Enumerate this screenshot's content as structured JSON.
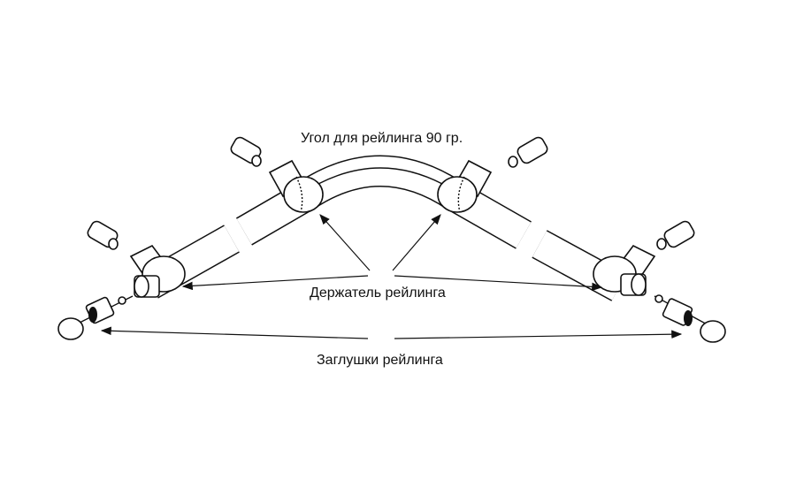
{
  "labels": {
    "corner": "Угол для рейлинга 90 гр.",
    "holder": "Держатель рейлинга",
    "caps": "Заглушки рейлинга"
  },
  "colors": {
    "line": "#111111",
    "background": "#ffffff"
  }
}
